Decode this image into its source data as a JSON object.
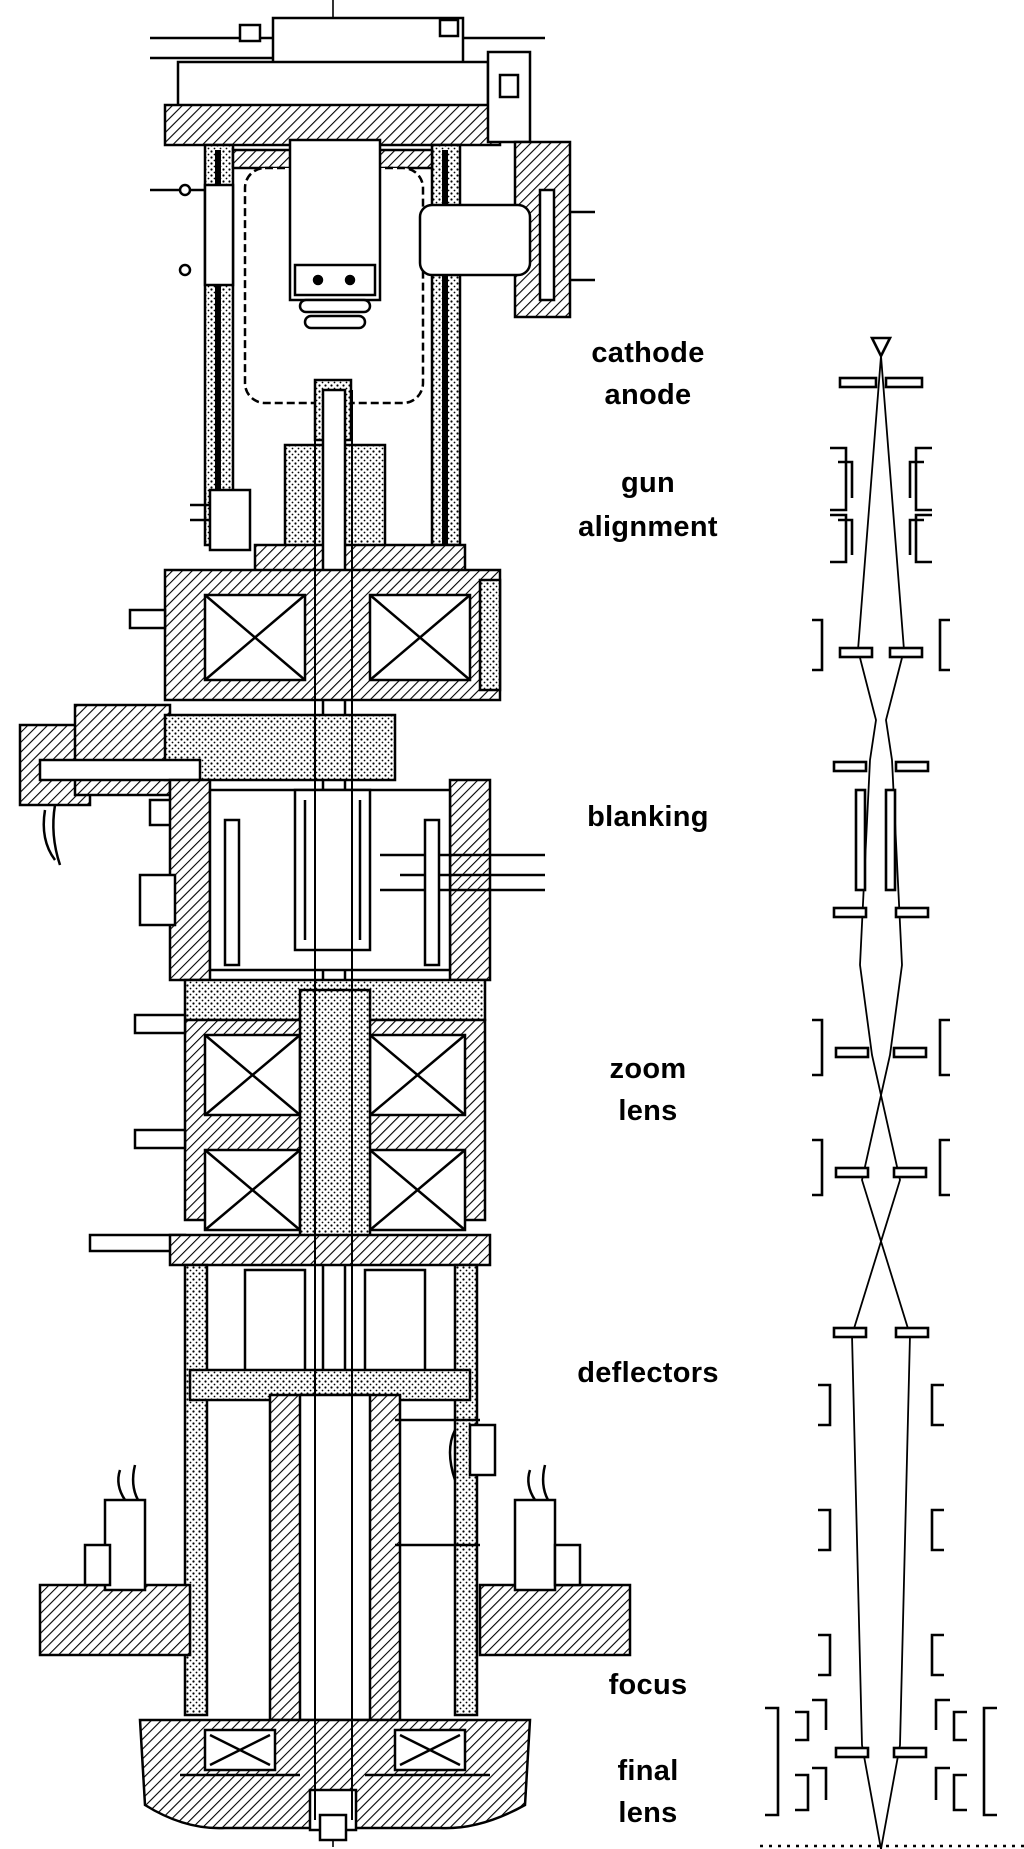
{
  "labels": {
    "cathode": "cathode",
    "anode": "anode",
    "gun": "gun",
    "alignment": "alignment",
    "blanking": "blanking",
    "zoom": "zoom",
    "lens": "lens",
    "deflectors": "deflectors",
    "focus": "focus",
    "final": "final",
    "final_lens": "lens"
  }
}
